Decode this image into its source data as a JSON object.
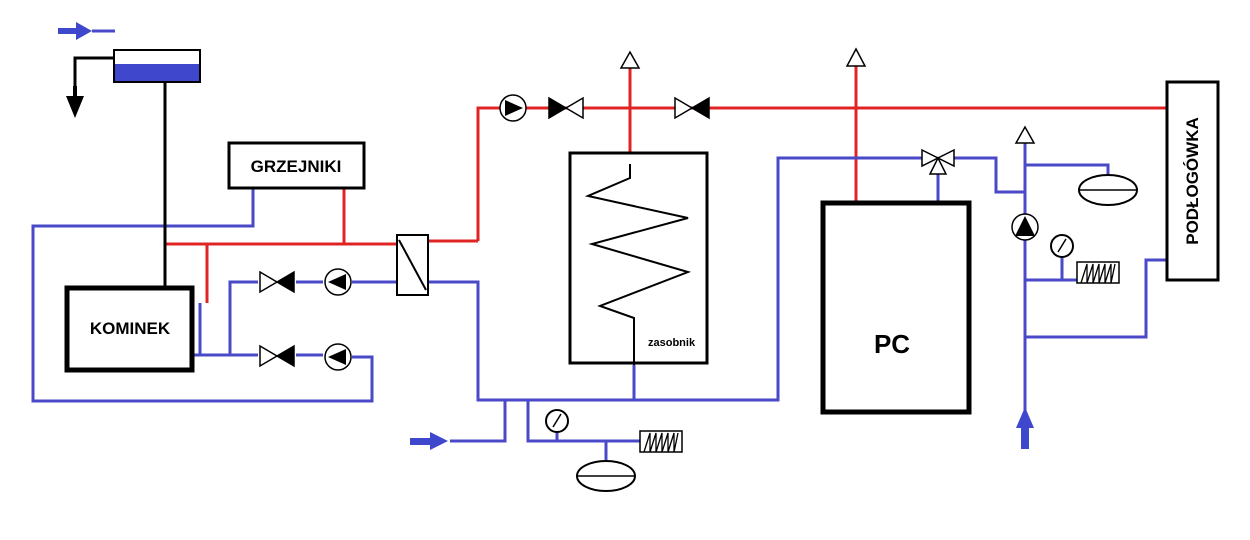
{
  "labels": {
    "grzejniki": "GRZEJNIKI",
    "kominek": "KOMINEK",
    "zasobnik": "zasobnik",
    "pc": "PC",
    "podlogowka": "PODŁOGÓWKA"
  },
  "colors": {
    "hot": "#e02424",
    "cold": "#4a4ac8",
    "flow_arrow": "#3f48cc",
    "outline": "#000000"
  },
  "icons": [
    "pump-icon",
    "valve-icon",
    "three-way-valve-icon",
    "heat-exchanger-icon",
    "pressure-gauge-icon",
    "expansion-vessel-icon",
    "safety-valve-icon",
    "filter-icon",
    "vent-icon",
    "flow-arrow-icon",
    "coil-icon",
    "expansion-tank-icon"
  ]
}
